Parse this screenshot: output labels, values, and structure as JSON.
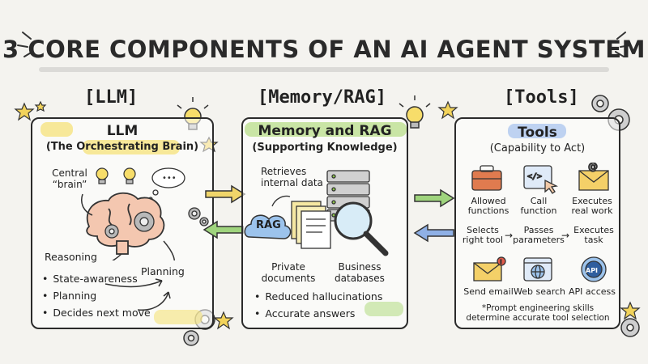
{
  "title": "3 CORE COMPONENTS OF AN AI AGENT SYSTEM",
  "columns": {
    "llm": {
      "heading": "[LLM]",
      "title": "LLM",
      "subtitle": "(The Orchestrating Brain)",
      "central": "Central\n“brain”",
      "reasoning": "Reasoning",
      "planning_label": "Planning",
      "bullets": [
        "State-awareness",
        "Planning",
        "Decides next move"
      ]
    },
    "memory": {
      "heading": "[Memory/RAG]",
      "title": "Memory and RAG",
      "subtitle": "(Supporting Knowledge)",
      "retrieves": "Retrieves\ninternal data",
      "rag": "RAG",
      "private": "Private\ndocuments",
      "business": "Business\ndatabases",
      "bullets": [
        "Reduced hallucinations",
        "Accurate answers"
      ]
    },
    "tools": {
      "heading": "[Tools]",
      "title": "Tools",
      "subtitle": "(Capability to Act)",
      "row1": [
        "Allowed\nfunctions",
        "Call\nfunction",
        "Executes\nreal work"
      ],
      "flow": [
        "Selects\nright tool",
        "Passes\nparameters",
        "Executes\ntask"
      ],
      "row2": [
        "Send email",
        "Web search",
        "API access"
      ],
      "api_badge": "API",
      "footnote": "*Prompt engineering skills\ndetermine accurate tool selection"
    }
  },
  "colors": {
    "yellow_highlight": "#f5e27a",
    "green_highlight": "#b8dd8a",
    "blue_highlight": "#a9c4ef",
    "arrow_yellow": "#f0d56a",
    "arrow_green": "#9fd47d",
    "arrow_blue": "#8fb0e6"
  },
  "icons": [
    "lightbulb-icon",
    "gear-icon",
    "star-icon",
    "brain-icon",
    "thought-cloud-icon",
    "cloud-icon",
    "document-stack-icon",
    "database-server-icon",
    "magnifier-icon",
    "toolbox-icon",
    "code-window-icon",
    "envelope-icon",
    "globe-window-icon",
    "api-badge-icon"
  ]
}
